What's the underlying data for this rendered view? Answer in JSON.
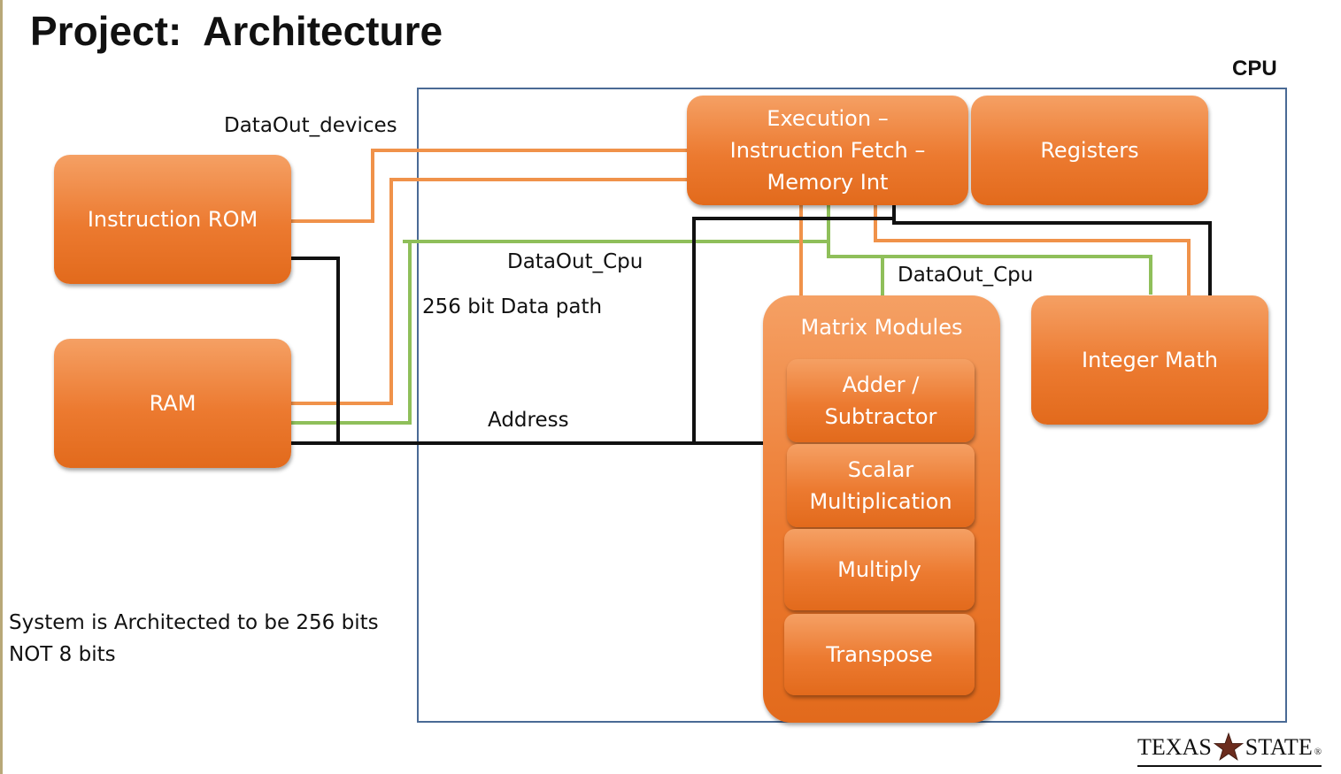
{
  "title": "Project:  Architecture",
  "cpu_label": "CPU",
  "blocks": {
    "instruction_rom": "Instruction ROM",
    "ram": "RAM",
    "execution": "Execution –\nInstruction Fetch –\nMemory Int",
    "registers": "Registers",
    "integer_math": "Integer Math",
    "matrix_modules": "Matrix Modules",
    "adder_subtractor": "Adder /\nSubtractor",
    "scalar_multiplication": "Scalar\nMultiplication",
    "multiply": "Multiply",
    "transpose": "Transpose"
  },
  "wire_labels": {
    "dataout_devices": "DataOut_devices",
    "dataout_cpu_left": "DataOut_Cpu",
    "data_path": "256 bit Data path",
    "address": "Address",
    "dataout_cpu_right": "DataOut_Cpu"
  },
  "note": "System is Architected to be 256 bits\nNOT 8 bits",
  "logo": {
    "left": "TEXAS",
    "right": "STATE",
    "mark": "®"
  },
  "colors": {
    "block_orange": "#ec7a30",
    "wire_orange": "#f0924a",
    "wire_green": "#8fbf5a",
    "wire_black": "#111111",
    "cpu_border": "#4a6a95",
    "star": "#6b2c1e"
  }
}
